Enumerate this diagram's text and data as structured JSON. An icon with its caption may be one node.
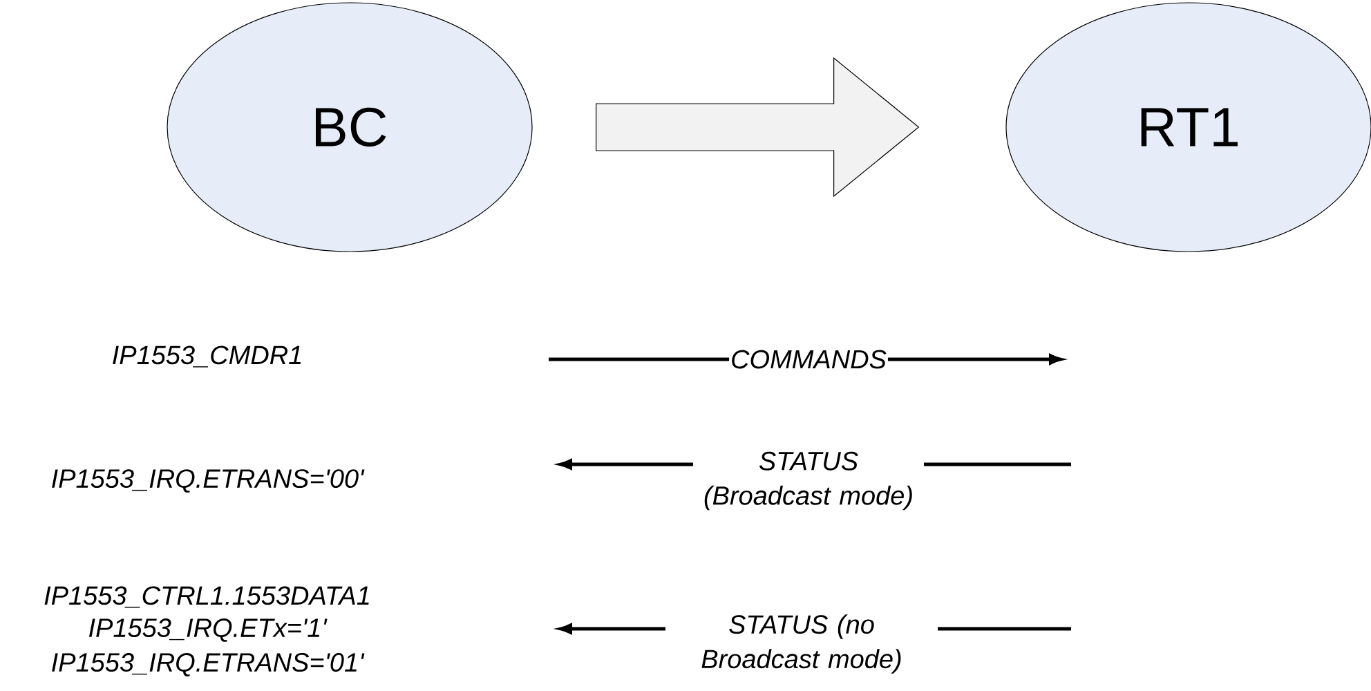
{
  "diagram": {
    "nodes": [
      {
        "text": [
          "BC"
        ]
      },
      {
        "text": [
          "RT1"
        ]
      }
    ],
    "edges": [
      {
        "from": 0,
        "to": 1,
        "arrow": "to"
      }
    ],
    "labels": [
      "IP1553_CMDR1",
      "COMMANDS",
      "IP1553_IRQ.ETRANS='00'",
      "STATUS (Broadcast mode)",
      "IP1553_CTRL1.1553DATA1",
      "IP1553_IRQ.ETx='1'",
      "IP1553_IRQ.ETRANS='01'",
      "STATUS (no Broadcast mode)"
    ]
  }
}
